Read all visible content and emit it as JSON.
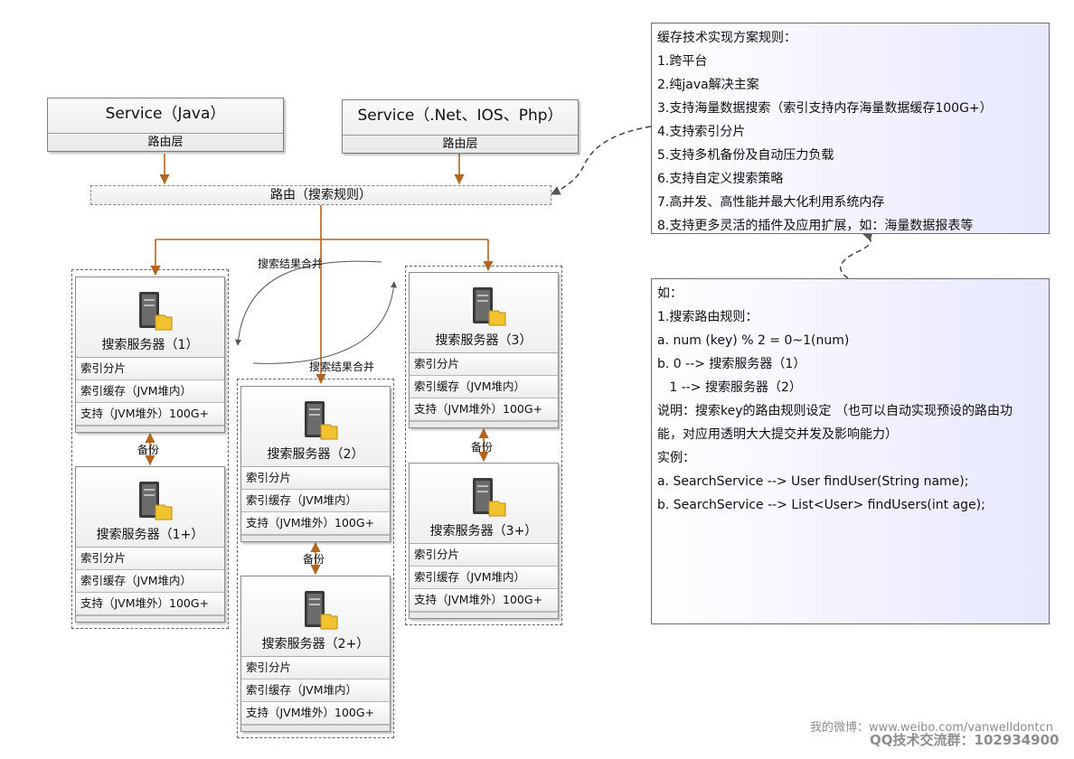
{
  "services": [
    {
      "title": "Service（Java）",
      "sub": "路由层"
    },
    {
      "title": "Service（.Net、IOS、Php）",
      "sub": "路由层"
    }
  ],
  "route_label": "路由（搜索规则）",
  "merge_label": "搜索结果合并",
  "backup_label": "备份",
  "servers": [
    {
      "name": "搜索服务器（1）",
      "rows": [
        "索引分片",
        "索引缓存（JVM堆内）",
        "支持（JVM堆外）100G+"
      ]
    },
    {
      "name": "搜索服务器（1+）",
      "rows": [
        "索引分片",
        "索引缓存（JVM堆内）",
        "支持（JVM堆外）100G+"
      ]
    },
    {
      "name": "搜索服务器（2）",
      "rows": [
        "索引分片",
        "索引缓存（JVM堆内）",
        "支持（JVM堆外）100G+"
      ]
    },
    {
      "name": "搜索服务器（2+）",
      "rows": [
        "索引分片",
        "索引缓存（JVM堆内）",
        "支持（JVM堆外）100G+"
      ]
    },
    {
      "name": "搜索服务器（3）",
      "rows": [
        "索引分片",
        "索引缓存（JVM堆内）",
        "支持（JVM堆外）100G+"
      ]
    },
    {
      "name": "搜索服务器（3+）",
      "rows": [
        "索引分片",
        "索引缓存（JVM堆内）",
        "支持（JVM堆外）100G+"
      ]
    }
  ],
  "rules_note": {
    "lines": [
      "缓存技术实现方案规则：",
      "1.跨平台",
      "2.纯java解决主案",
      "3.支持海量数据搜索（索引支持内存海量数据缓存100G+）",
      "4.支持索引分片",
      "5.支持多机备份及自动压力负载",
      "6.支持自定义搜索策略",
      "7.高并发、高性能并最大化利用系统内存",
      "8.支持更多灵活的插件及应用扩展，如：海量数据报表等"
    ]
  },
  "example_note": {
    "lines": [
      "如：",
      "1.搜索路由规则：",
      "a. num (key) % 2 = 0~1(num)",
      "b. 0 --> 搜索服务器（1）",
      "   1 --> 搜索服务器（2）",
      "说明：搜索key的路由规则设定 （也可以自动实现预设的路由功",
      "能，对应用透明大大提交并发及影响能力）",
      "实例：",
      "a. SearchService --> User findUser(String name);",
      "b. SearchService --> List<User> findUsers(int age);"
    ]
  },
  "footer": {
    "weibo": "我的微博：www.weibo.com/vanwelldontcn",
    "qq": "QQ技术交流群：102934900"
  },
  "colors": {
    "arrow": "#b5651d",
    "curve": "#555555",
    "note_tint": "#e7e7ff"
  },
  "icons": [
    "server-icon"
  ]
}
